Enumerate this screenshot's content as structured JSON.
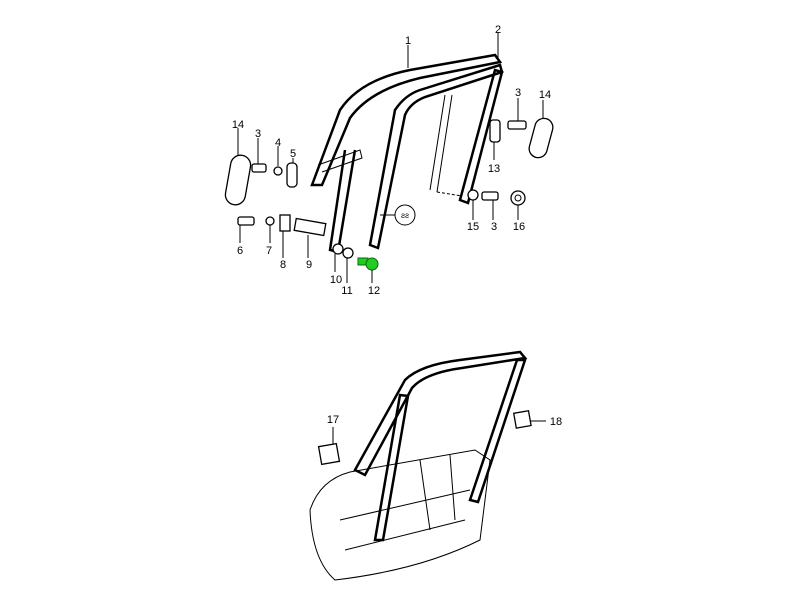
{
  "diagram": {
    "labels": [
      {
        "id": "1",
        "text": "1"
      },
      {
        "id": "2",
        "text": "2"
      },
      {
        "id": "3a",
        "text": "3"
      },
      {
        "id": "14a",
        "text": "14"
      },
      {
        "id": "13",
        "text": "13"
      },
      {
        "id": "14b",
        "text": "14"
      },
      {
        "id": "3b",
        "text": "3"
      },
      {
        "id": "4",
        "text": "4"
      },
      {
        "id": "5",
        "text": "5"
      },
      {
        "id": "15",
        "text": "15"
      },
      {
        "id": "3c",
        "text": "3"
      },
      {
        "id": "16",
        "text": "16"
      },
      {
        "id": "6",
        "text": "6"
      },
      {
        "id": "7",
        "text": "7"
      },
      {
        "id": "8",
        "text": "8"
      },
      {
        "id": "9",
        "text": "9"
      },
      {
        "id": "10",
        "text": "10"
      },
      {
        "id": "11",
        "text": "11"
      },
      {
        "id": "12",
        "text": "12"
      },
      {
        "id": "17",
        "text": "17"
      },
      {
        "id": "18",
        "text": "18"
      }
    ],
    "highlight_part": "12",
    "highlight_color": "#22cc22"
  }
}
